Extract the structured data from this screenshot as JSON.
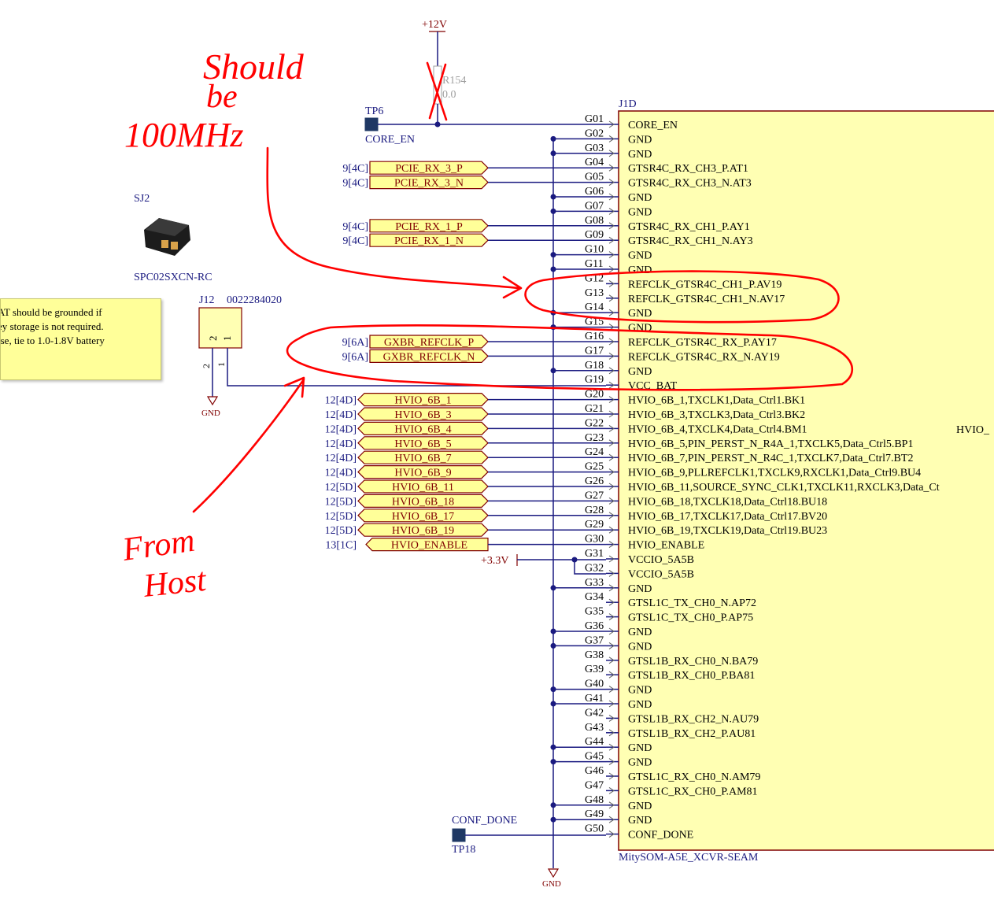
{
  "colors": {
    "wire": "#1a1a80",
    "ref_text": "#1a1a80",
    "component_text": "#1a1a80",
    "pin_text": "#000000",
    "power_text": "#800000",
    "port_fill": "#ffff99",
    "port_border": "#800000",
    "port_text": "#800000",
    "body_fill": "#ffffb3",
    "body_border": "#800000",
    "annotation": "#ff0000",
    "disabled": "#a0a0a0",
    "testpoint": "#1f3864"
  },
  "power": {
    "p12v": "+12V",
    "p3v3": "+3.3V",
    "gnd_main": "GND",
    "gnd_j12": "GND"
  },
  "r154": {
    "ref": "R154",
    "value": "0.0"
  },
  "tp6": {
    "ref": "TP6",
    "net": "CORE_EN"
  },
  "tp18": {
    "ref": "TP18",
    "net": "CONF_DONE"
  },
  "sj2": {
    "ref": "SJ2",
    "part": "SPC02SXCN-RC"
  },
  "j12": {
    "ref": "J12",
    "part": "0022284020",
    "pin_top_2": "2",
    "pin_top_1": "1",
    "pin_bottom_2": "2",
    "pin_bottom_1": "1"
  },
  "note": {
    "lines": [
      "AT should be grounded if",
      "ey storage is not required.",
      "ise, tie to 1.0-1.8V battery"
    ]
  },
  "j1d": {
    "ref": "J1D",
    "part": "MitySOM-A5E_XCVR-SEAM",
    "overflow_label": "HVIO_",
    "pins": [
      {
        "num": "G01",
        "name": "CORE_EN"
      },
      {
        "num": "G02",
        "name": "GND"
      },
      {
        "num": "G03",
        "name": "GND"
      },
      {
        "num": "G04",
        "name": "GTSR4C_RX_CH3_P.AT1"
      },
      {
        "num": "G05",
        "name": "GTSR4C_RX_CH3_N.AT3"
      },
      {
        "num": "G06",
        "name": "GND"
      },
      {
        "num": "G07",
        "name": "GND"
      },
      {
        "num": "G08",
        "name": "GTSR4C_RX_CH1_P.AY1"
      },
      {
        "num": "G09",
        "name": "GTSR4C_RX_CH1_N.AY3"
      },
      {
        "num": "G10",
        "name": "GND"
      },
      {
        "num": "G11",
        "name": "GND"
      },
      {
        "num": "G12",
        "name": "REFCLK_GTSR4C_CH1_P.AV19"
      },
      {
        "num": "G13",
        "name": "REFCLK_GTSR4C_CH1_N.AV17"
      },
      {
        "num": "G14",
        "name": "GND"
      },
      {
        "num": "G15",
        "name": "GND"
      },
      {
        "num": "G16",
        "name": "REFCLK_GTSR4C_RX_P.AY17"
      },
      {
        "num": "G17",
        "name": "REFCLK_GTSR4C_RX_N.AY19"
      },
      {
        "num": "G18",
        "name": "GND"
      },
      {
        "num": "G19",
        "name": "VCC_BAT"
      },
      {
        "num": "G20",
        "name": "HVIO_6B_1,TXCLK1,Data_Ctrl1.BK1"
      },
      {
        "num": "G21",
        "name": "HVIO_6B_3,TXCLK3,Data_Ctrl3.BK2"
      },
      {
        "num": "G22",
        "name": "HVIO_6B_4,TXCLK4,Data_Ctrl4.BM1"
      },
      {
        "num": "G23",
        "name": "HVIO_6B_5,PIN_PERST_N_R4A_1,TXCLK5,Data_Ctrl5.BP1"
      },
      {
        "num": "G24",
        "name": "HVIO_6B_7,PIN_PERST_N_R4C_1,TXCLK7,Data_Ctrl7.BT2"
      },
      {
        "num": "G25",
        "name": "HVIO_6B_9,PLLREFCLK1,TXCLK9,RXCLK1,Data_Ctrl9.BU4"
      },
      {
        "num": "G26",
        "name": "HVIO_6B_11,SOURCE_SYNC_CLK1,TXCLK11,RXCLK3,Data_Ct"
      },
      {
        "num": "G27",
        "name": "HVIO_6B_18,TXCLK18,Data_Ctrl18.BU18"
      },
      {
        "num": "G28",
        "name": "HVIO_6B_17,TXCLK17,Data_Ctrl17.BV20"
      },
      {
        "num": "G29",
        "name": "HVIO_6B_19,TXCLK19,Data_Ctrl19.BU23"
      },
      {
        "num": "G30",
        "name": "HVIO_ENABLE"
      },
      {
        "num": "G31",
        "name": "VCCIO_5A5B"
      },
      {
        "num": "G32",
        "name": "VCCIO_5A5B"
      },
      {
        "num": "G33",
        "name": "GND"
      },
      {
        "num": "G34",
        "name": "GTSL1C_TX_CH0_N.AP72"
      },
      {
        "num": "G35",
        "name": "GTSL1C_TX_CH0_P.AP75"
      },
      {
        "num": "G36",
        "name": "GND"
      },
      {
        "num": "G37",
        "name": "GND"
      },
      {
        "num": "G38",
        "name": "GTSL1B_RX_CH0_N.BA79"
      },
      {
        "num": "G39",
        "name": "GTSL1B_RX_CH0_P.BA81"
      },
      {
        "num": "G40",
        "name": "GND"
      },
      {
        "num": "G41",
        "name": "GND"
      },
      {
        "num": "G42",
        "name": "GTSL1B_RX_CH2_N.AU79"
      },
      {
        "num": "G43",
        "name": "GTSL1B_RX_CH2_P.AU81"
      },
      {
        "num": "G44",
        "name": "GND"
      },
      {
        "num": "G45",
        "name": "GND"
      },
      {
        "num": "G46",
        "name": "GTSL1C_RX_CH0_N.AM79"
      },
      {
        "num": "G47",
        "name": "GTSL1C_RX_CH0_P.AM81"
      },
      {
        "num": "G48",
        "name": "GND"
      },
      {
        "num": "G49",
        "name": "GND"
      },
      {
        "num": "G50",
        "name": "CONF_DONE"
      }
    ]
  },
  "ports": [
    {
      "pin": 4,
      "sheet_ref": "9[4C]",
      "label": "PCIE_RX_3_P",
      "shape": "right"
    },
    {
      "pin": 5,
      "sheet_ref": "9[4C]",
      "label": "PCIE_RX_3_N",
      "shape": "right"
    },
    {
      "pin": 8,
      "sheet_ref": "9[4C]",
      "label": "PCIE_RX_1_P",
      "shape": "right"
    },
    {
      "pin": 9,
      "sheet_ref": "9[4C]",
      "label": "PCIE_RX_1_N",
      "shape": "right"
    },
    {
      "pin": 16,
      "sheet_ref": "9[6A]",
      "label": "GXBR_REFCLK_P",
      "shape": "right"
    },
    {
      "pin": 17,
      "sheet_ref": "9[6A]",
      "label": "GXBR_REFCLK_N",
      "shape": "right"
    },
    {
      "pin": 20,
      "sheet_ref": "12[4D]",
      "label": "HVIO_6B_1",
      "shape": "both"
    },
    {
      "pin": 21,
      "sheet_ref": "12[4D]",
      "label": "HVIO_6B_3",
      "shape": "both"
    },
    {
      "pin": 22,
      "sheet_ref": "12[4D]",
      "label": "HVIO_6B_4",
      "shape": "both"
    },
    {
      "pin": 23,
      "sheet_ref": "12[4D]",
      "label": "HVIO_6B_5",
      "shape": "both"
    },
    {
      "pin": 24,
      "sheet_ref": "12[4D]",
      "label": "HVIO_6B_7",
      "shape": "both"
    },
    {
      "pin": 25,
      "sheet_ref": "12[4D]",
      "label": "HVIO_6B_9",
      "shape": "both"
    },
    {
      "pin": 26,
      "sheet_ref": "12[5D]",
      "label": "HVIO_6B_11",
      "shape": "both"
    },
    {
      "pin": 27,
      "sheet_ref": "12[5D]",
      "label": "HVIO_6B_18",
      "shape": "both"
    },
    {
      "pin": 28,
      "sheet_ref": "12[5D]",
      "label": "HVIO_6B_17",
      "shape": "both"
    },
    {
      "pin": 29,
      "sheet_ref": "12[5D]",
      "label": "HVIO_6B_19",
      "shape": "both"
    },
    {
      "pin": 30,
      "sheet_ref": "13[1C]",
      "label": "HVIO_ENABLE",
      "shape": "left"
    }
  ],
  "annotations": {
    "should_be_line1": "Should",
    "should_be_line2": "be",
    "should_be_line3": "100MHz",
    "from_host_line1": "From",
    "from_host_line2": "Host"
  }
}
